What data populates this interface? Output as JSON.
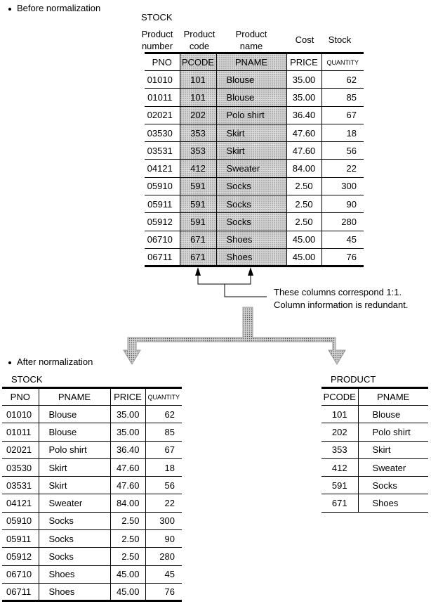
{
  "before": {
    "bullet": "Before normalization",
    "table_title": "STOCK",
    "captions": [
      [
        "Product",
        "number"
      ],
      [
        "Product",
        "code"
      ],
      [
        "Product",
        "name"
      ],
      [
        "Cost",
        ""
      ],
      [
        "Stock",
        ""
      ]
    ],
    "headers": [
      "PNO",
      "PCODE",
      "PNAME",
      "PRICE",
      "QUANTITY"
    ],
    "rows": [
      [
        "01010",
        "101",
        "Blouse",
        "35.00",
        "62"
      ],
      [
        "01011",
        "101",
        "Blouse",
        "35.00",
        "85"
      ],
      [
        "02021",
        "202",
        "Polo shirt",
        "36.40",
        "67"
      ],
      [
        "03530",
        "353",
        "Skirt",
        "47.60",
        "18"
      ],
      [
        "03531",
        "353",
        "Skirt",
        "47.60",
        "56"
      ],
      [
        "04121",
        "412",
        "Sweater",
        "84.00",
        "22"
      ],
      [
        "05910",
        "591",
        "Socks",
        "2.50",
        "300"
      ],
      [
        "05911",
        "591",
        "Socks",
        "2.50",
        "90"
      ],
      [
        "05912",
        "591",
        "Socks",
        "2.50",
        "280"
      ],
      [
        "06710",
        "671",
        "Shoes",
        "45.00",
        "45"
      ],
      [
        "06711",
        "671",
        "Shoes",
        "45.00",
        "76"
      ]
    ],
    "note": [
      "These columns correspond 1:1.",
      "Column information is redundant."
    ]
  },
  "after": {
    "bullet": "After normalization",
    "stock": {
      "title": "STOCK",
      "headers": [
        "PNO",
        "PNAME",
        "PRICE",
        "QUANTITY"
      ],
      "rows": [
        [
          "01010",
          "Blouse",
          "35.00",
          "62"
        ],
        [
          "01011",
          "Blouse",
          "35.00",
          "85"
        ],
        [
          "02021",
          "Polo shirt",
          "36.40",
          "67"
        ],
        [
          "03530",
          "Skirt",
          "47.60",
          "18"
        ],
        [
          "03531",
          "Skirt",
          "47.60",
          "56"
        ],
        [
          "04121",
          "Sweater",
          "84.00",
          "22"
        ],
        [
          "05910",
          "Socks",
          "2.50",
          "300"
        ],
        [
          "05911",
          "Socks",
          "2.50",
          "90"
        ],
        [
          "05912",
          "Socks",
          "2.50",
          "280"
        ],
        [
          "06710",
          "Shoes",
          "45.00",
          "45"
        ],
        [
          "06711",
          "Shoes",
          "45.00",
          "76"
        ]
      ]
    },
    "product": {
      "title": "PRODUCT",
      "headers": [
        "PCODE",
        "PNAME"
      ],
      "rows": [
        [
          "101",
          "Blouse"
        ],
        [
          "202",
          "Polo shirt"
        ],
        [
          "353",
          "Skirt"
        ],
        [
          "412",
          "Sweater"
        ],
        [
          "591",
          "Socks"
        ],
        [
          "671",
          "Shoes"
        ]
      ]
    }
  },
  "colors": {
    "ink": "#000000",
    "stipple": "#555555",
    "arrow": "#8a8a8a"
  }
}
